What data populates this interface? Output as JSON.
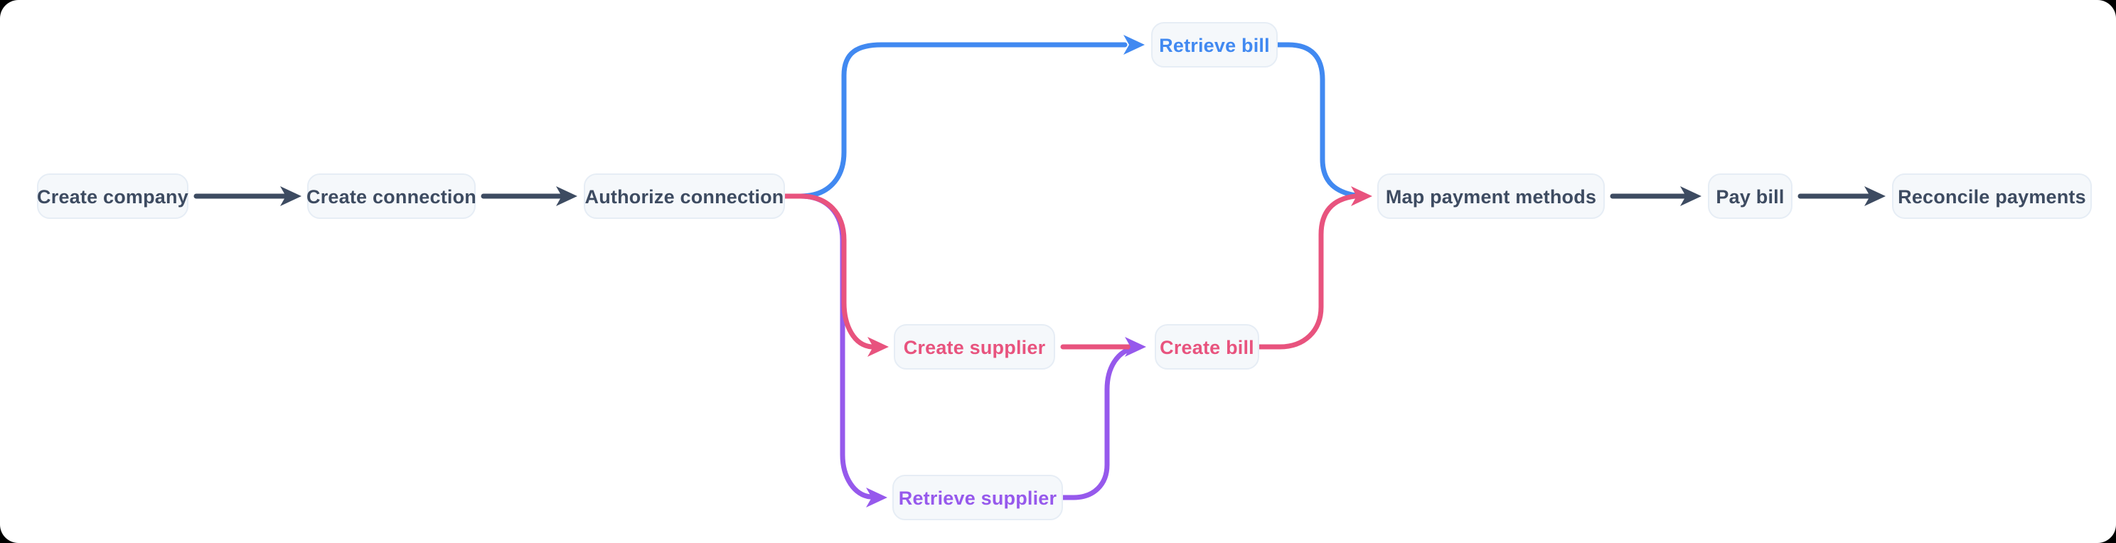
{
  "diagram": {
    "nodes": [
      {
        "id": "create-company",
        "label": "Create company",
        "color": "slate"
      },
      {
        "id": "create-connection",
        "label": "Create connection",
        "color": "slate"
      },
      {
        "id": "authorize-connection",
        "label": "Authorize connection",
        "color": "slate"
      },
      {
        "id": "retrieve-bill",
        "label": "Retrieve bill",
        "color": "blue"
      },
      {
        "id": "create-supplier",
        "label": "Create supplier",
        "color": "pink"
      },
      {
        "id": "create-bill",
        "label": "Create bill",
        "color": "pink"
      },
      {
        "id": "retrieve-supplier",
        "label": "Retrieve supplier",
        "color": "purple"
      },
      {
        "id": "map-payment-methods",
        "label": "Map payment methods",
        "color": "slate"
      },
      {
        "id": "pay-bill",
        "label": "Pay bill",
        "color": "slate"
      },
      {
        "id": "reconcile-payments",
        "label": "Reconcile payments",
        "color": "slate"
      }
    ],
    "edges": [
      {
        "from": "create-company",
        "to": "create-connection",
        "color": "slate"
      },
      {
        "from": "create-connection",
        "to": "authorize-connection",
        "color": "slate"
      },
      {
        "from": "authorize-connection",
        "to": "retrieve-bill",
        "color": "blue"
      },
      {
        "from": "authorize-connection",
        "to": "create-supplier",
        "color": "pink"
      },
      {
        "from": "authorize-connection",
        "to": "retrieve-supplier",
        "color": "purple"
      },
      {
        "from": "retrieve-bill",
        "to": "map-payment-methods",
        "color": "blue"
      },
      {
        "from": "create-supplier",
        "to": "create-bill",
        "color": "pink"
      },
      {
        "from": "retrieve-supplier",
        "to": "create-bill",
        "color": "purple"
      },
      {
        "from": "create-bill",
        "to": "map-payment-methods",
        "color": "pink"
      },
      {
        "from": "map-payment-methods",
        "to": "pay-bill",
        "color": "slate"
      },
      {
        "from": "pay-bill",
        "to": "reconcile-payments",
        "color": "slate"
      }
    ],
    "colors": {
      "slate": "#3d4b61",
      "blue": "#4189f1",
      "pink": "#e8537e",
      "purple": "#9659ec",
      "node_fill": "#f5f8fb",
      "node_border": "#e6edf5",
      "canvas": "#ffffff"
    }
  }
}
